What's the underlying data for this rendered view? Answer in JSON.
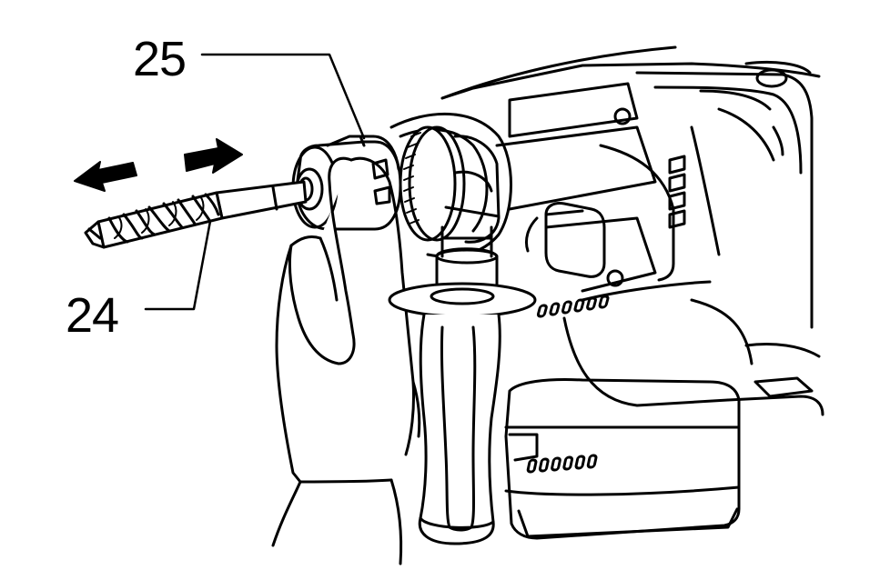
{
  "figure": {
    "callouts": [
      {
        "number": "25",
        "part": "chuck cover"
      },
      {
        "number": "24",
        "part": "bit"
      }
    ],
    "colors": {
      "ink": "#000000",
      "paper": "#ffffff"
    }
  }
}
